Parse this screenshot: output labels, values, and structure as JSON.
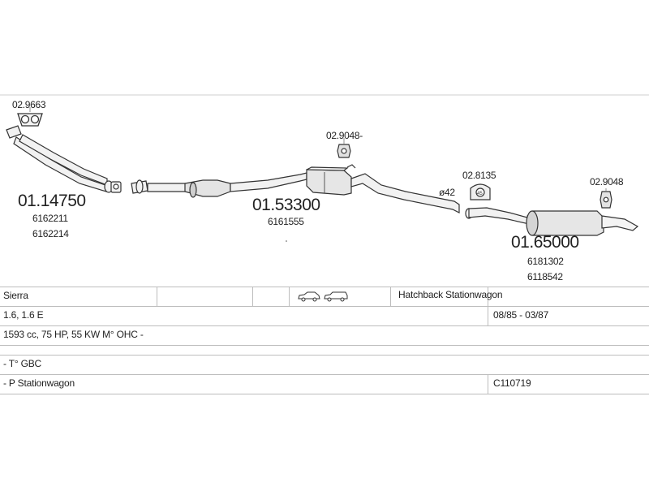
{
  "parts": [
    {
      "code": "02.9663"
    },
    {
      "code": "01.14750",
      "refs": [
        "6162211",
        "6162214"
      ]
    },
    {
      "code": "02.9048-"
    },
    {
      "code": "01.53300",
      "refs": [
        "6161555"
      ]
    },
    {
      "code": "ø42"
    },
    {
      "code": "02.8135"
    },
    {
      "code": "02.9048"
    },
    {
      "code": "01.65000",
      "refs": [
        "6181302",
        "6118542"
      ]
    }
  ],
  "vehicle": {
    "model": "Sierra",
    "body_type": "Hatchback Stationwagon",
    "engine": "1.6, 1.6 E",
    "period": "08/85 - 03/87",
    "spec": "1593 cc, 75 HP, 55 KW M° OHC -",
    "note1": "- T° GBC",
    "note2": "- P Stationwagon",
    "catalog_no": "C110719"
  },
  "icons": [
    "hatchback-car-icon",
    "stationwagon-car-icon"
  ]
}
